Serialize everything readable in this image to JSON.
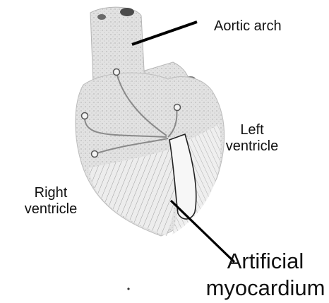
{
  "labels": {
    "aortic_arch": "Aortic arch",
    "left_ventricle": [
      "Left",
      "ventricle"
    ],
    "right_ventricle": [
      "Right",
      "ventricle"
    ],
    "artificial_myocardium": [
      "Artificial",
      "myocardium"
    ]
  },
  "colors": {
    "tissue": "#d6d6d6",
    "tissue_dark": "#9a9a9a",
    "ink": "#111111",
    "leader_line": "#000000"
  }
}
